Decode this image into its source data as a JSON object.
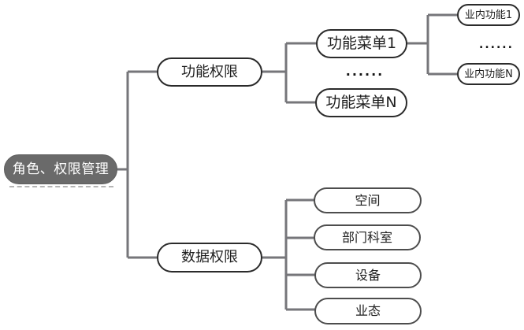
{
  "diagram": {
    "type": "mindmap-tree",
    "root": {
      "label": "角色、权限管理"
    },
    "branches": [
      {
        "label": "功能权限",
        "children": [
          {
            "label": "功能菜单1",
            "children": [
              {
                "label": "业内功能1"
              },
              {
                "label": "......"
              },
              {
                "label": "业内功能N"
              }
            ]
          },
          {
            "label": "......"
          },
          {
            "label": "功能菜单N"
          }
        ]
      },
      {
        "label": "数据权限",
        "children": [
          {
            "label": "空间"
          },
          {
            "label": "部门科室"
          },
          {
            "label": "设备"
          },
          {
            "label": "业态"
          }
        ]
      }
    ],
    "colors": {
      "background": "#ffffff",
      "connector": "#76767a",
      "node_fill": "#ffffff",
      "node_border_dark": "#2b2b2b",
      "node_border_gray": "#4d4d4d",
      "root_fill": "#6a6a6a",
      "root_text": "#ffffff",
      "text": "#1e1e1e"
    }
  }
}
